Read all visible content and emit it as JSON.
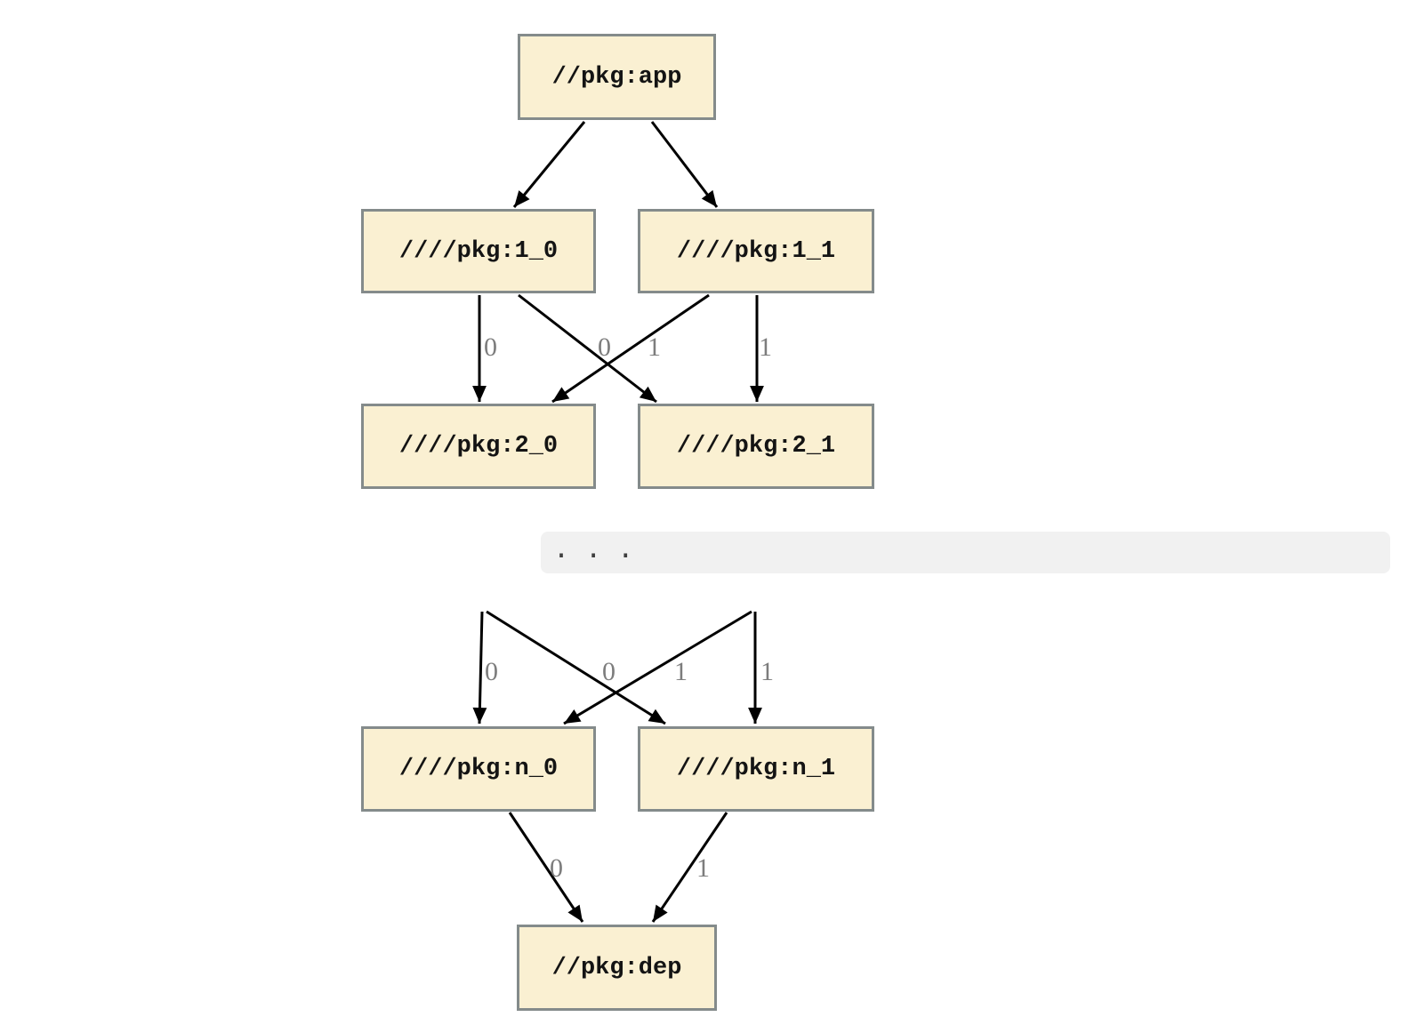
{
  "diagram": {
    "nodes": {
      "app": {
        "label": "//pkg:app"
      },
      "v1_0": {
        "label": "////pkg:1_0"
      },
      "v1_1": {
        "label": "////pkg:1_1"
      },
      "v2_0": {
        "label": "////pkg:2_0"
      },
      "v2_1": {
        "label": "////pkg:2_1"
      },
      "vn_0": {
        "label": "////pkg:n_0"
      },
      "vn_1": {
        "label": "////pkg:n_1"
      },
      "dep": {
        "label": "//pkg:dep"
      }
    },
    "ellipsis": ". . .",
    "edge_labels": {
      "tier1": [
        "0",
        "0",
        "1",
        "1"
      ],
      "tier2": [
        "0",
        "0",
        "1",
        "1"
      ],
      "tier3": [
        "0",
        "1"
      ]
    },
    "colors": {
      "node_fill": "#faf0d2",
      "node_border": "#848b8b",
      "edge": "#000000",
      "edge_label": "#7d7d7d",
      "band_bg": "#f1f1f1"
    }
  }
}
